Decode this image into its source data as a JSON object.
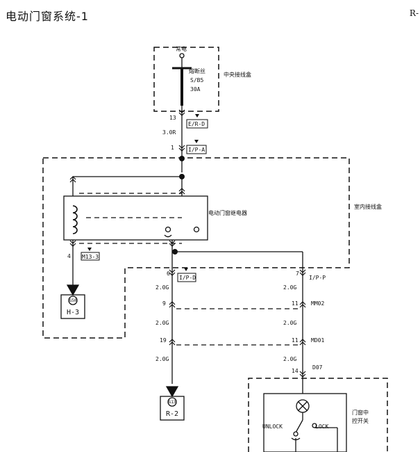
{
  "header": {
    "title": "电动门窗系统-1",
    "page_code": "R-"
  },
  "fusebox": {
    "hot_label": "常电",
    "fuse_name": "熔断丝",
    "fuse_id": "S/B5",
    "fuse_rating": "30A",
    "box_label": "中央接线盒"
  },
  "connectors": {
    "er_d": "E/R-D",
    "ip_a": "I/P-A",
    "m13_3": "M13-3",
    "ip_d": "I/P-D",
    "ip_p": "I/P-P",
    "mm02": "MM02",
    "md01": "MD01",
    "d07": "D07"
  },
  "pins": {
    "p13": "13",
    "p1": "1",
    "p4": "4",
    "p6": "6",
    "p7": "7",
    "p9": "9",
    "p11a": "11",
    "p19": "19",
    "p11b": "11",
    "p14": "14"
  },
  "wires": {
    "w_30r": "3.0R",
    "w_20g_1": "2.0G",
    "w_20g_2": "2.0G",
    "w_20g_3": "2.0G",
    "w_20g_4": "2.0G",
    "w_20g_5": "2.0G",
    "w_20g_6": "2.0G"
  },
  "relay": {
    "label": "电动门窗继电器"
  },
  "interior_box": {
    "label": "室内接线盒"
  },
  "grounds": {
    "g1_code": "G50",
    "g1_ref": "H-3",
    "g2_code": "G13",
    "g2_ref": "R-2"
  },
  "switch": {
    "label_line1": "门窗中",
    "label_line2": "控开关",
    "unlock": "UNLOCK",
    "lock": "LOCK"
  }
}
